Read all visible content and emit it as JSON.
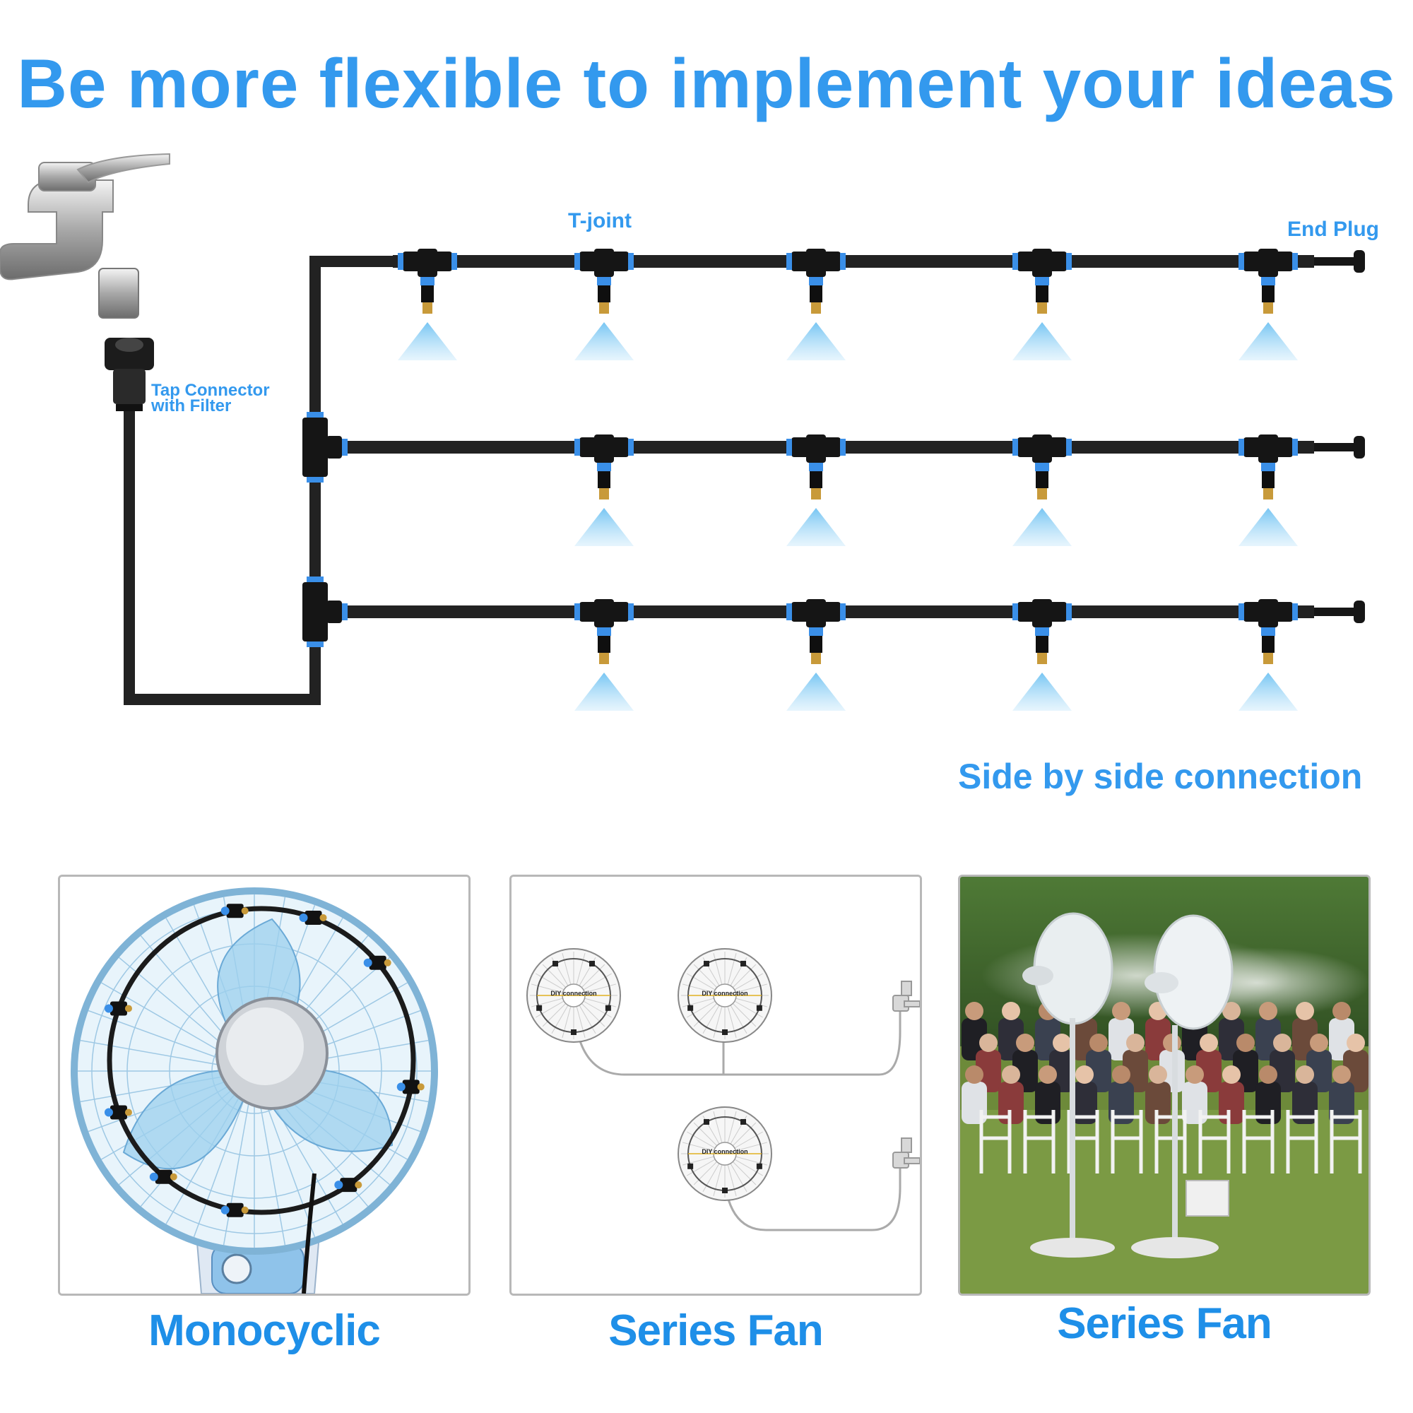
{
  "headline": "Be more flexible to implement your ideas",
  "diagram": {
    "t_joint_label": "T-joint",
    "end_plug_label": "End Plug",
    "tap_connector_label_line1": "Tap Connector",
    "tap_connector_label_line2": "with Filter",
    "side_by_side_label": "Side by side connection"
  },
  "panels": [
    {
      "caption": "Monocyclic"
    },
    {
      "caption": "Series Fan",
      "fan_labels": [
        "DIY connection",
        "DIY connection",
        "DIY connection"
      ]
    },
    {
      "caption": "Series Fan"
    }
  ],
  "colors": {
    "accent": "#3399ee",
    "caption": "#1e8fe8",
    "pipe": "#222222",
    "joint_ring": "#3a8fe8",
    "nozzle": "#c89a3a",
    "mist": "#8fd0f5"
  }
}
